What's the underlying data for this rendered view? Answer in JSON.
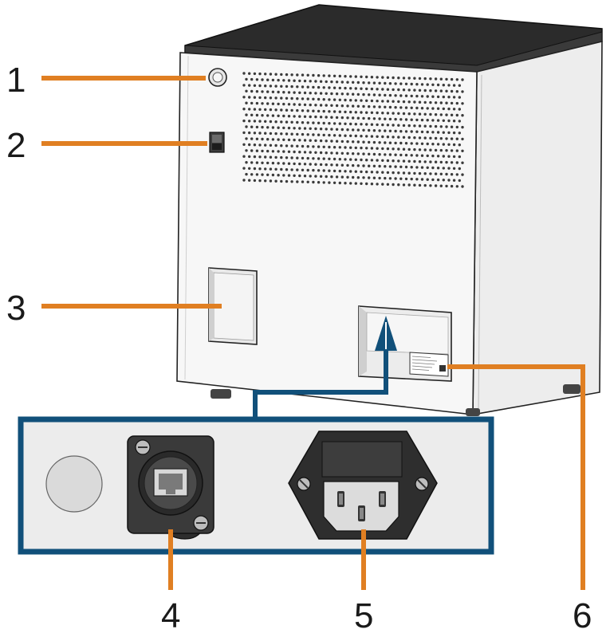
{
  "callouts": [
    {
      "number": "1"
    },
    {
      "number": "2"
    },
    {
      "number": "3"
    },
    {
      "number": "4"
    },
    {
      "number": "5"
    },
    {
      "number": "6"
    }
  ],
  "colors": {
    "callout_line": "#e07f22",
    "detail_frame": "#11507a",
    "housing_top": "#2b2b2b",
    "housing_front": "#f7f7f7",
    "housing_side": "#ededed",
    "panel_fill": "#ececec"
  },
  "icons": [
    "power-button-icon",
    "rocker-switch-icon",
    "ethernet-port-icon",
    "power-inlet-icon",
    "type-plate-icon"
  ]
}
